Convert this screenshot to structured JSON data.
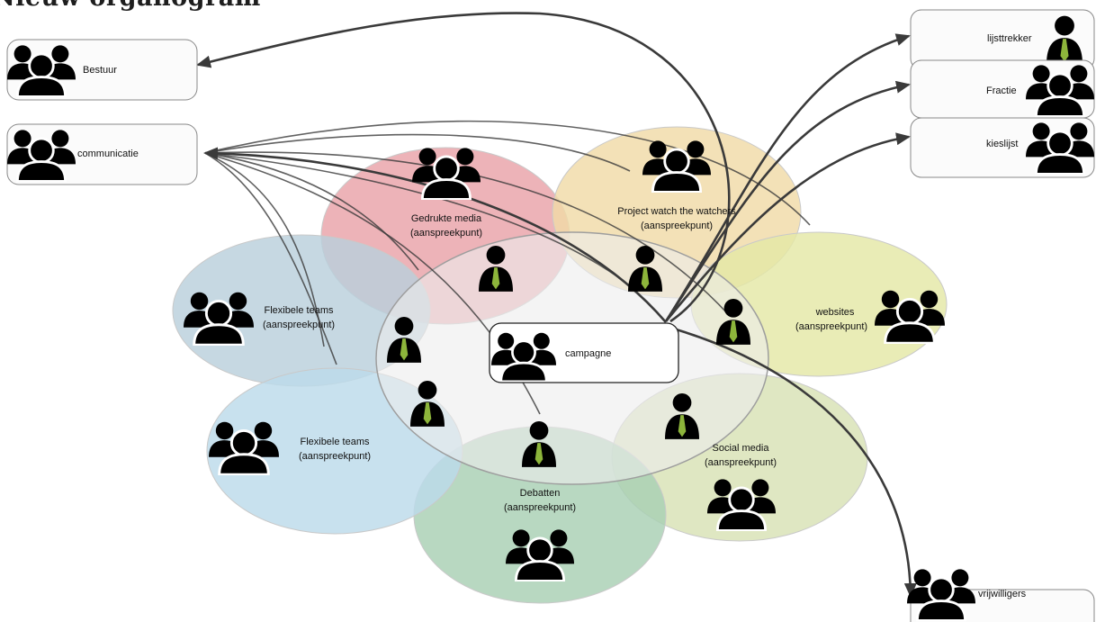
{
  "title": "Nieuw organogram",
  "colors": {
    "gedrukte_media": "#e9a2a8",
    "project_watch": "#f0dba7",
    "websites": "#e4e8a6",
    "social_media": "#d8e2b4",
    "debatten": "#a8cfb3",
    "flexibele_teams_top": "#b9cfdc",
    "flexibele_teams_bottom": "#bcdaea",
    "campagne_circle": "#e8e8e8",
    "tie": "#8db53b",
    "arrow": "#3a3a3a"
  },
  "boxes": {
    "bestuur": "Bestuur",
    "communicatie": "communicatie",
    "lijsttrekker": "lijsttrekker",
    "fractie": "Fractie",
    "kieslijst": "kieslijst",
    "vrijwilligers": "vrijwilligers",
    "campagne": "campagne"
  },
  "groups": {
    "gedrukte_media": {
      "name": "Gedrukte media",
      "sub": "(aanspreekpunt)"
    },
    "project_watch": {
      "name": "Project watch the watchers",
      "sub": "(aanspreekpunt)"
    },
    "websites": {
      "name": "websites",
      "sub": "(aanspreekpunt)"
    },
    "social_media": {
      "name": "Social media",
      "sub": "(aanspreekpunt)"
    },
    "debatten": {
      "name": "Debatten",
      "sub": "(aanspreekpunt)"
    },
    "flexibele_teams_top": {
      "name": "Flexibele teams",
      "sub": "(aanspreekpunt)"
    },
    "flexibele_teams_bottom": {
      "name": "Flexibele teams",
      "sub": "(aanspreekpunt)"
    }
  }
}
